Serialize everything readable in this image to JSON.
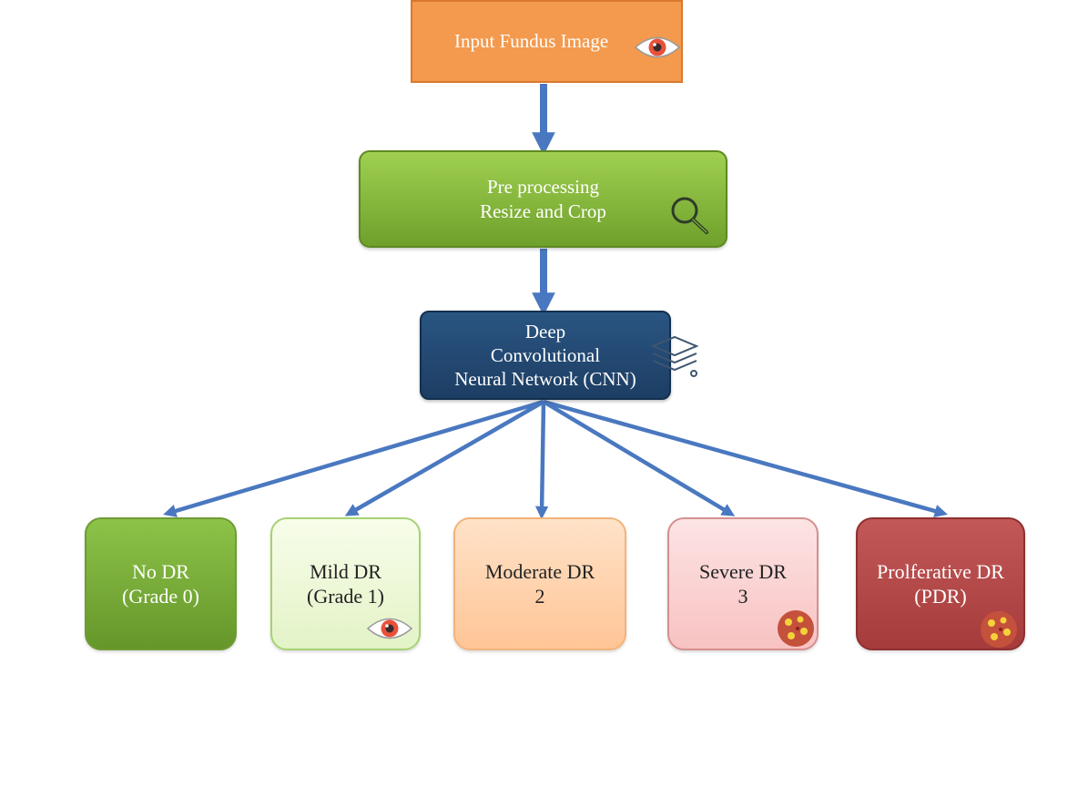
{
  "input": {
    "label": "Input Fundus Image",
    "icon": "eye-icon"
  },
  "preprocessing": {
    "line1": "Pre processing",
    "line2": "Resize and Crop",
    "icon": "magnifier-icon"
  },
  "cnn": {
    "line1": "Deep",
    "line2": "Convolutional",
    "line3": "Neural Network (CNN)",
    "icon": "layers-icon"
  },
  "grades": [
    {
      "line1": "No DR",
      "line2": "(Grade 0)",
      "color": "#7cb342"
    },
    {
      "line1": "Mild DR",
      "line2": "(Grade 1)",
      "color": "#eaf6d6",
      "icon": "eye-icon"
    },
    {
      "line1": "Moderate DR",
      "line2": "2",
      "color": "#ffd2aa"
    },
    {
      "line1": "Severe DR",
      "line2": "3",
      "color": "#fbd0d0",
      "icon": "lesion-icon"
    },
    {
      "line1": "Prolferative DR",
      "line2": "(PDR)",
      "color": "#b44a4a",
      "icon": "lesion-icon"
    }
  ],
  "colors": {
    "arrow": "#4a78c0",
    "input": "#f39a4e",
    "preprocessing": "#86ba3c",
    "cnn": "#1f4470"
  }
}
